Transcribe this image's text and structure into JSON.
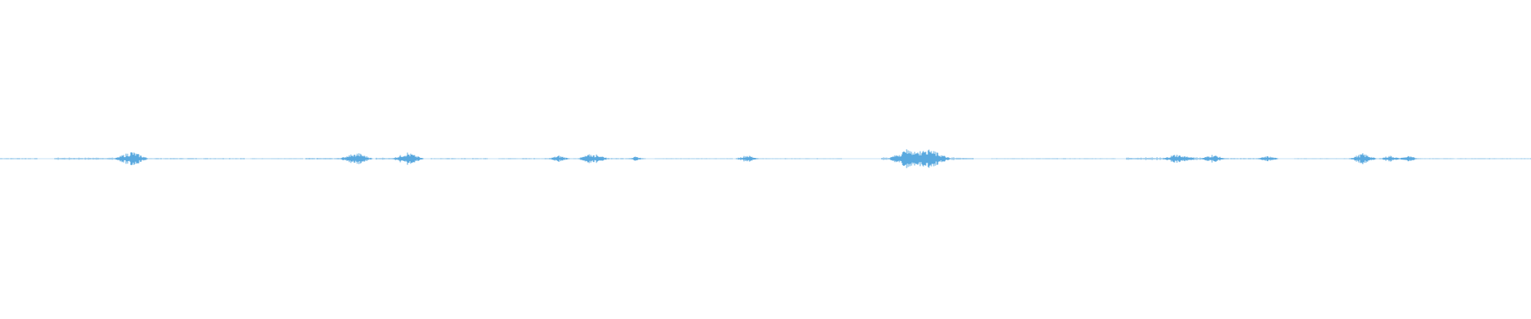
{
  "waveform": {
    "color": "#5aa9df",
    "background": "#ffffff",
    "segments": [
      {
        "start": 0.0,
        "end": 0.024,
        "level": 0.06
      },
      {
        "start": 0.036,
        "end": 0.096,
        "level": 0.1
      },
      {
        "start": 0.098,
        "end": 0.16,
        "level": 0.06
      },
      {
        "start": 0.164,
        "end": 0.198,
        "level": 0.04
      },
      {
        "start": 0.2,
        "end": 0.242,
        "level": 0.07
      },
      {
        "start": 0.246,
        "end": 0.272,
        "level": 0.09
      },
      {
        "start": 0.282,
        "end": 0.318,
        "level": 0.05
      },
      {
        "start": 0.326,
        "end": 0.38,
        "level": 0.05
      },
      {
        "start": 0.382,
        "end": 0.422,
        "level": 0.06
      },
      {
        "start": 0.428,
        "end": 0.478,
        "level": 0.04
      },
      {
        "start": 0.486,
        "end": 0.55,
        "level": 0.04
      },
      {
        "start": 0.576,
        "end": 0.636,
        "level": 0.12
      },
      {
        "start": 0.648,
        "end": 0.728,
        "level": 0.04
      },
      {
        "start": 0.736,
        "end": 0.792,
        "level": 0.12
      },
      {
        "start": 0.796,
        "end": 0.835,
        "level": 0.06
      },
      {
        "start": 0.846,
        "end": 0.902,
        "level": 0.04
      },
      {
        "start": 0.908,
        "end": 0.95,
        "level": 0.04
      },
      {
        "start": 0.952,
        "end": 1.0,
        "level": 0.04
      }
    ],
    "bursts": [
      {
        "pos": 0.086,
        "level": 0.7
      },
      {
        "pos": 0.23,
        "level": 0.45
      },
      {
        "pos": 0.234,
        "level": 0.55
      },
      {
        "pos": 0.266,
        "level": 0.6
      },
      {
        "pos": 0.268,
        "level": 0.45
      },
      {
        "pos": 0.365,
        "level": 0.3
      },
      {
        "pos": 0.386,
        "level": 0.45
      },
      {
        "pos": 0.39,
        "level": 0.4
      },
      {
        "pos": 0.415,
        "level": 0.18
      },
      {
        "pos": 0.488,
        "level": 0.35
      },
      {
        "pos": 0.592,
        "level": 0.85
      },
      {
        "pos": 0.596,
        "level": 0.9
      },
      {
        "pos": 0.6,
        "level": 0.8
      },
      {
        "pos": 0.606,
        "level": 0.95
      },
      {
        "pos": 0.61,
        "level": 0.7
      },
      {
        "pos": 0.768,
        "level": 0.45
      },
      {
        "pos": 0.774,
        "level": 0.3
      },
      {
        "pos": 0.792,
        "level": 0.4
      },
      {
        "pos": 0.828,
        "level": 0.25
      },
      {
        "pos": 0.89,
        "level": 0.5
      },
      {
        "pos": 0.908,
        "level": 0.3
      },
      {
        "pos": 0.92,
        "level": 0.25
      }
    ]
  }
}
